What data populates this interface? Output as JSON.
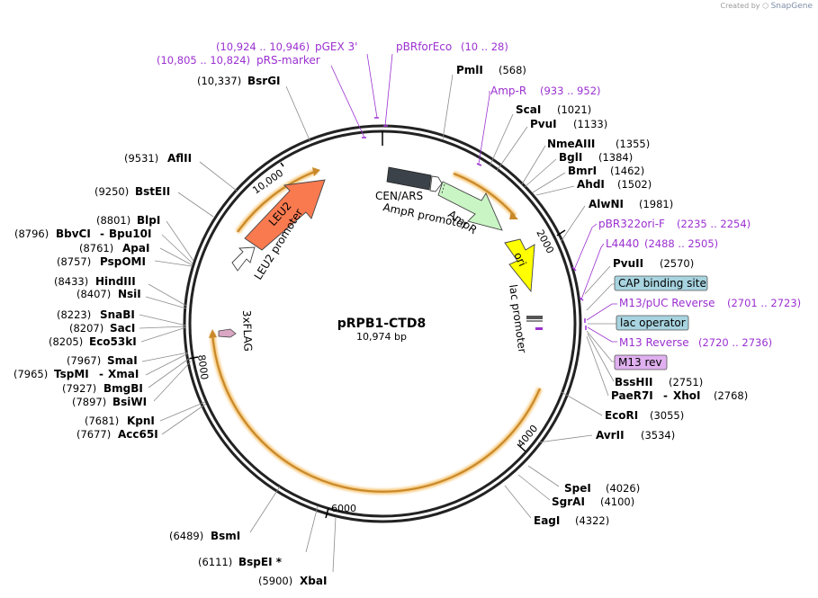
{
  "branding": {
    "created_by": "Created by",
    "product": "SnapGene"
  },
  "plasmid": {
    "name": "pRPB1-CTD8",
    "length": "10,974 bp"
  },
  "ticks": [
    "2000",
    "4000",
    "6000",
    "8000",
    "10,000"
  ],
  "features": {
    "cen_ars": "CEN/ARS",
    "ampr_promoter": "AmpR promoter",
    "ampr": "AmpR",
    "ori": "ori",
    "lac_promoter": "lac promoter",
    "leu2": "LEU2",
    "leu2_promoter": "LEU2 promoter",
    "flag": "3xFLAG"
  },
  "primers": [
    {
      "name": "pGEX 3'",
      "pos": "(10,924 .. 10,946)"
    },
    {
      "name": "pRS-marker",
      "pos": "(10,805 .. 10,824)"
    },
    {
      "name": "pBRforEco",
      "pos": "(10 .. 28)"
    },
    {
      "name": "Amp-R",
      "pos": "(933 .. 952)"
    },
    {
      "name": "pBR322ori-F",
      "pos": "(2235 .. 2254)"
    },
    {
      "name": "L4440",
      "pos": "(2488 .. 2505)"
    },
    {
      "name": "M13/pUC Reverse",
      "pos": "(2701 .. 2723)"
    },
    {
      "name": "M13 Reverse",
      "pos": "(2720 .. 2736)"
    }
  ],
  "boxes": [
    {
      "name": "CAP binding site"
    },
    {
      "name": "lac operator"
    },
    {
      "name": "M13 rev"
    }
  ],
  "sites_right": [
    {
      "name": "PmlI",
      "pos": "(568)"
    },
    {
      "name": "ScaI",
      "pos": "(1021)"
    },
    {
      "name": "PvuI",
      "pos": "(1133)"
    },
    {
      "name": "NmeAIII",
      "pos": "(1355)"
    },
    {
      "name": "BglI",
      "pos": "(1384)"
    },
    {
      "name": "BmrI",
      "pos": "(1462)"
    },
    {
      "name": "AhdI",
      "pos": "(1502)"
    },
    {
      "name": "AlwNI",
      "pos": "(1981)"
    },
    {
      "name": "PvuII",
      "pos": "(2570)"
    },
    {
      "name": "BssHII",
      "pos": "(2751)"
    },
    {
      "name": "PaeR7I",
      "name2": "XhoI",
      "pos": "(2768)"
    },
    {
      "name": "EcoRI",
      "pos": "(3055)"
    },
    {
      "name": "AvrII",
      "pos": "(3534)"
    },
    {
      "name": "SpeI",
      "pos": "(4026)"
    },
    {
      "name": "SgrAI",
      "pos": "(4100)"
    },
    {
      "name": "EagI",
      "pos": "(4322)"
    }
  ],
  "sites_bottom": [
    {
      "name": "BsmI",
      "pos": "(6489)"
    },
    {
      "name": "BspEI *",
      "pos": "(6111)"
    },
    {
      "name": "XbaI",
      "pos": "(5900)"
    }
  ],
  "sites_left": [
    {
      "name": "BsrGI",
      "pos": "(10,337)"
    },
    {
      "name": "AflII",
      "pos": "(9531)"
    },
    {
      "name": "BstEII",
      "pos": "(9250)"
    },
    {
      "name": "BlpI",
      "pos": "(8801)"
    },
    {
      "name": "BbvCI",
      "name2": "Bpu10I",
      "pos": "(8796)"
    },
    {
      "name": "ApaI",
      "pos": "(8761)"
    },
    {
      "name": "PspOMI",
      "pos": "(8757)"
    },
    {
      "name": "HindIII",
      "pos": "(8433)"
    },
    {
      "name": "NsiI",
      "pos": "(8407)"
    },
    {
      "name": "SnaBI",
      "pos": "(8223)"
    },
    {
      "name": "SacI",
      "pos": "(8207)"
    },
    {
      "name": "Eco53kI",
      "pos": "(8205)"
    },
    {
      "name": "SmaI",
      "pos": "(7967)"
    },
    {
      "name": "TspMI",
      "name2": "XmaI",
      "pos": "(7965)"
    },
    {
      "name": "BmgBI",
      "pos": "(7927)"
    },
    {
      "name": "BsiWI",
      "pos": "(7897)"
    },
    {
      "name": "KpnI",
      "pos": "(7681)"
    },
    {
      "name": "Acc65I",
      "pos": "(7677)"
    }
  ]
}
